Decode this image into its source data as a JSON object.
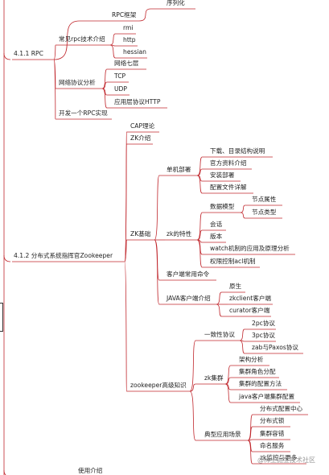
{
  "root": {
    "sections": [
      {
        "id": "s411",
        "label": "4.1.1 RPC"
      },
      {
        "id": "s412",
        "label": "4.1.2 分布式系统指挥官Zookeeper"
      },
      {
        "id": "s413",
        "label": "使用介绍"
      }
    ]
  },
  "nodes": {
    "serialize": "序列化",
    "rpc_framework": "RPC框架",
    "rpc_tech": "常见rpc技术介绍",
    "rmi": "rmi",
    "http": "http",
    "hessian": "hessian",
    "net_analysis": "网络协议分析",
    "osi7": "网络七层",
    "tcp": "TCP",
    "udp": "UDP",
    "app_http": "应用层协议HTTP",
    "build_rpc": "开发一个RPC实现",
    "cap": "CAP理论",
    "zk_intro": "ZK介绍",
    "zk_basic": "ZK基础",
    "standalone": "单机部署",
    "download": "下载、目录结构说明",
    "official": "官方资料介绍",
    "install": "安装部署",
    "config": "配置文件详解",
    "zk_features": "zk的特性",
    "data_model": "数据模型",
    "node_attr": "节点属性",
    "node_type": "节点类型",
    "session": "会话",
    "version": "版本",
    "watch": "watch机制的应用及原理分析",
    "acl": "权限控制acl机制",
    "client_cmd": "客户端常用命令",
    "java_client": "JAVA客户端介绍",
    "native": "原生",
    "zkclient": "zkclient客户端",
    "curator": "curator客户端",
    "zk_adv": "zookeeper高级知识",
    "consistency": "一致性协议",
    "pc2": "2pc协议",
    "pc3": "3pc协议",
    "zab": "zab与Paxos协议",
    "zk_cluster": "zk集群",
    "arch": "架构分析",
    "roles": "集群角色分配",
    "cluster_cfg": "集群的配置方法",
    "java_cluster": "java客户端集群配置",
    "typical": "典型应用场景",
    "dist_config": "分布式配置中心",
    "dist_lock": "分布式锁",
    "cluster_mgmt": "集群容错",
    "naming": "命名服务",
    "more": "zk监控与更多"
  },
  "watermark": "@稀土掘金技术社区",
  "colors": {
    "edge": "#c0272d",
    "text": "#222222"
  }
}
